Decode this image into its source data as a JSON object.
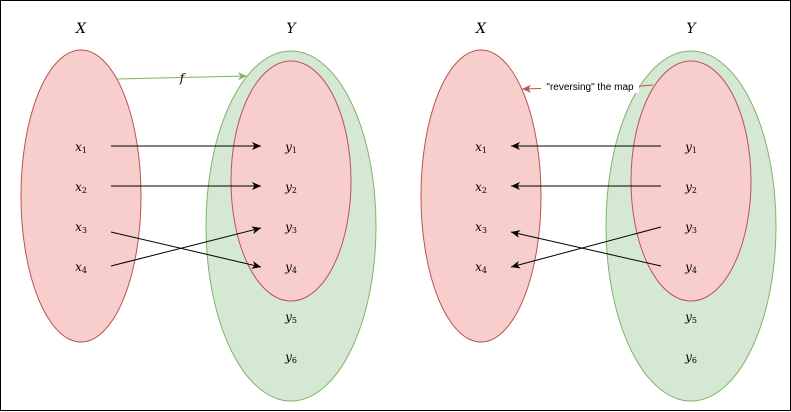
{
  "colors": {
    "red_fill": "#f8cecc",
    "red_stroke": "#b85450",
    "green_fill": "#d5e8d4",
    "green_stroke": "#82b366",
    "arrow": "#000000"
  },
  "left_diagram": {
    "domain_label": "X",
    "codomain_label": "Y",
    "map_label": "f",
    "x_items": [
      {
        "base": "x",
        "sub": "1"
      },
      {
        "base": "x",
        "sub": "2"
      },
      {
        "base": "x",
        "sub": "3"
      },
      {
        "base": "x",
        "sub": "4"
      }
    ],
    "y_items": [
      {
        "base": "y",
        "sub": "1"
      },
      {
        "base": "y",
        "sub": "2"
      },
      {
        "base": "y",
        "sub": "3"
      },
      {
        "base": "y",
        "sub": "4"
      },
      {
        "base": "y",
        "sub": "5"
      },
      {
        "base": "y",
        "sub": "6"
      }
    ],
    "mapping": [
      [
        "x1",
        "y1"
      ],
      [
        "x2",
        "y2"
      ],
      [
        "x3",
        "y4"
      ],
      [
        "x4",
        "y3"
      ]
    ]
  },
  "right_diagram": {
    "domain_label": "X",
    "codomain_label": "Y",
    "annotation": "\"reversing\" the map",
    "x_items": [
      {
        "base": "x",
        "sub": "1"
      },
      {
        "base": "x",
        "sub": "2"
      },
      {
        "base": "x",
        "sub": "3"
      },
      {
        "base": "x",
        "sub": "4"
      }
    ],
    "y_items": [
      {
        "base": "y",
        "sub": "1"
      },
      {
        "base": "y",
        "sub": "2"
      },
      {
        "base": "y",
        "sub": "3"
      },
      {
        "base": "y",
        "sub": "4"
      },
      {
        "base": "y",
        "sub": "5"
      },
      {
        "base": "y",
        "sub": "6"
      }
    ],
    "mapping": [
      [
        "y1",
        "x1"
      ],
      [
        "y2",
        "x2"
      ],
      [
        "y3",
        "x4"
      ],
      [
        "y4",
        "x3"
      ]
    ]
  }
}
